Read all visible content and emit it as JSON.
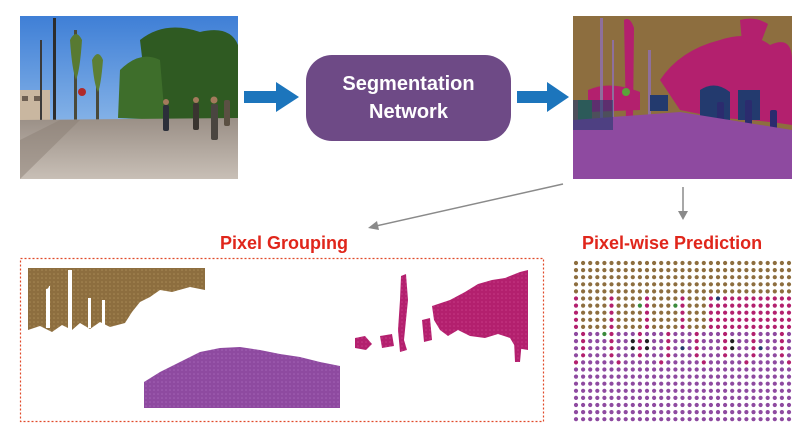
{
  "network": {
    "line1": "Segmentation",
    "line2": "Network"
  },
  "titles": {
    "grouping": "Pixel Grouping",
    "pixelwise": "Pixel-wise Prediction"
  },
  "colors": {
    "network_box": "#6e4a86",
    "arrow_blue": "#1c75bc",
    "title_red": "#e0261b",
    "dotted_border": "#e04a2a",
    "class_brown": "#8d6e3f",
    "class_magenta": "#b3206e",
    "class_purple": "#8e4aa0",
    "class_green": "#3a8a3a",
    "class_navy": "#233a6e",
    "class_dark": "#222222"
  },
  "icons": {
    "input_photo": "street-photo",
    "output_mask": "segmentation-mask",
    "flow_arrows": "arrow-right-icon"
  }
}
